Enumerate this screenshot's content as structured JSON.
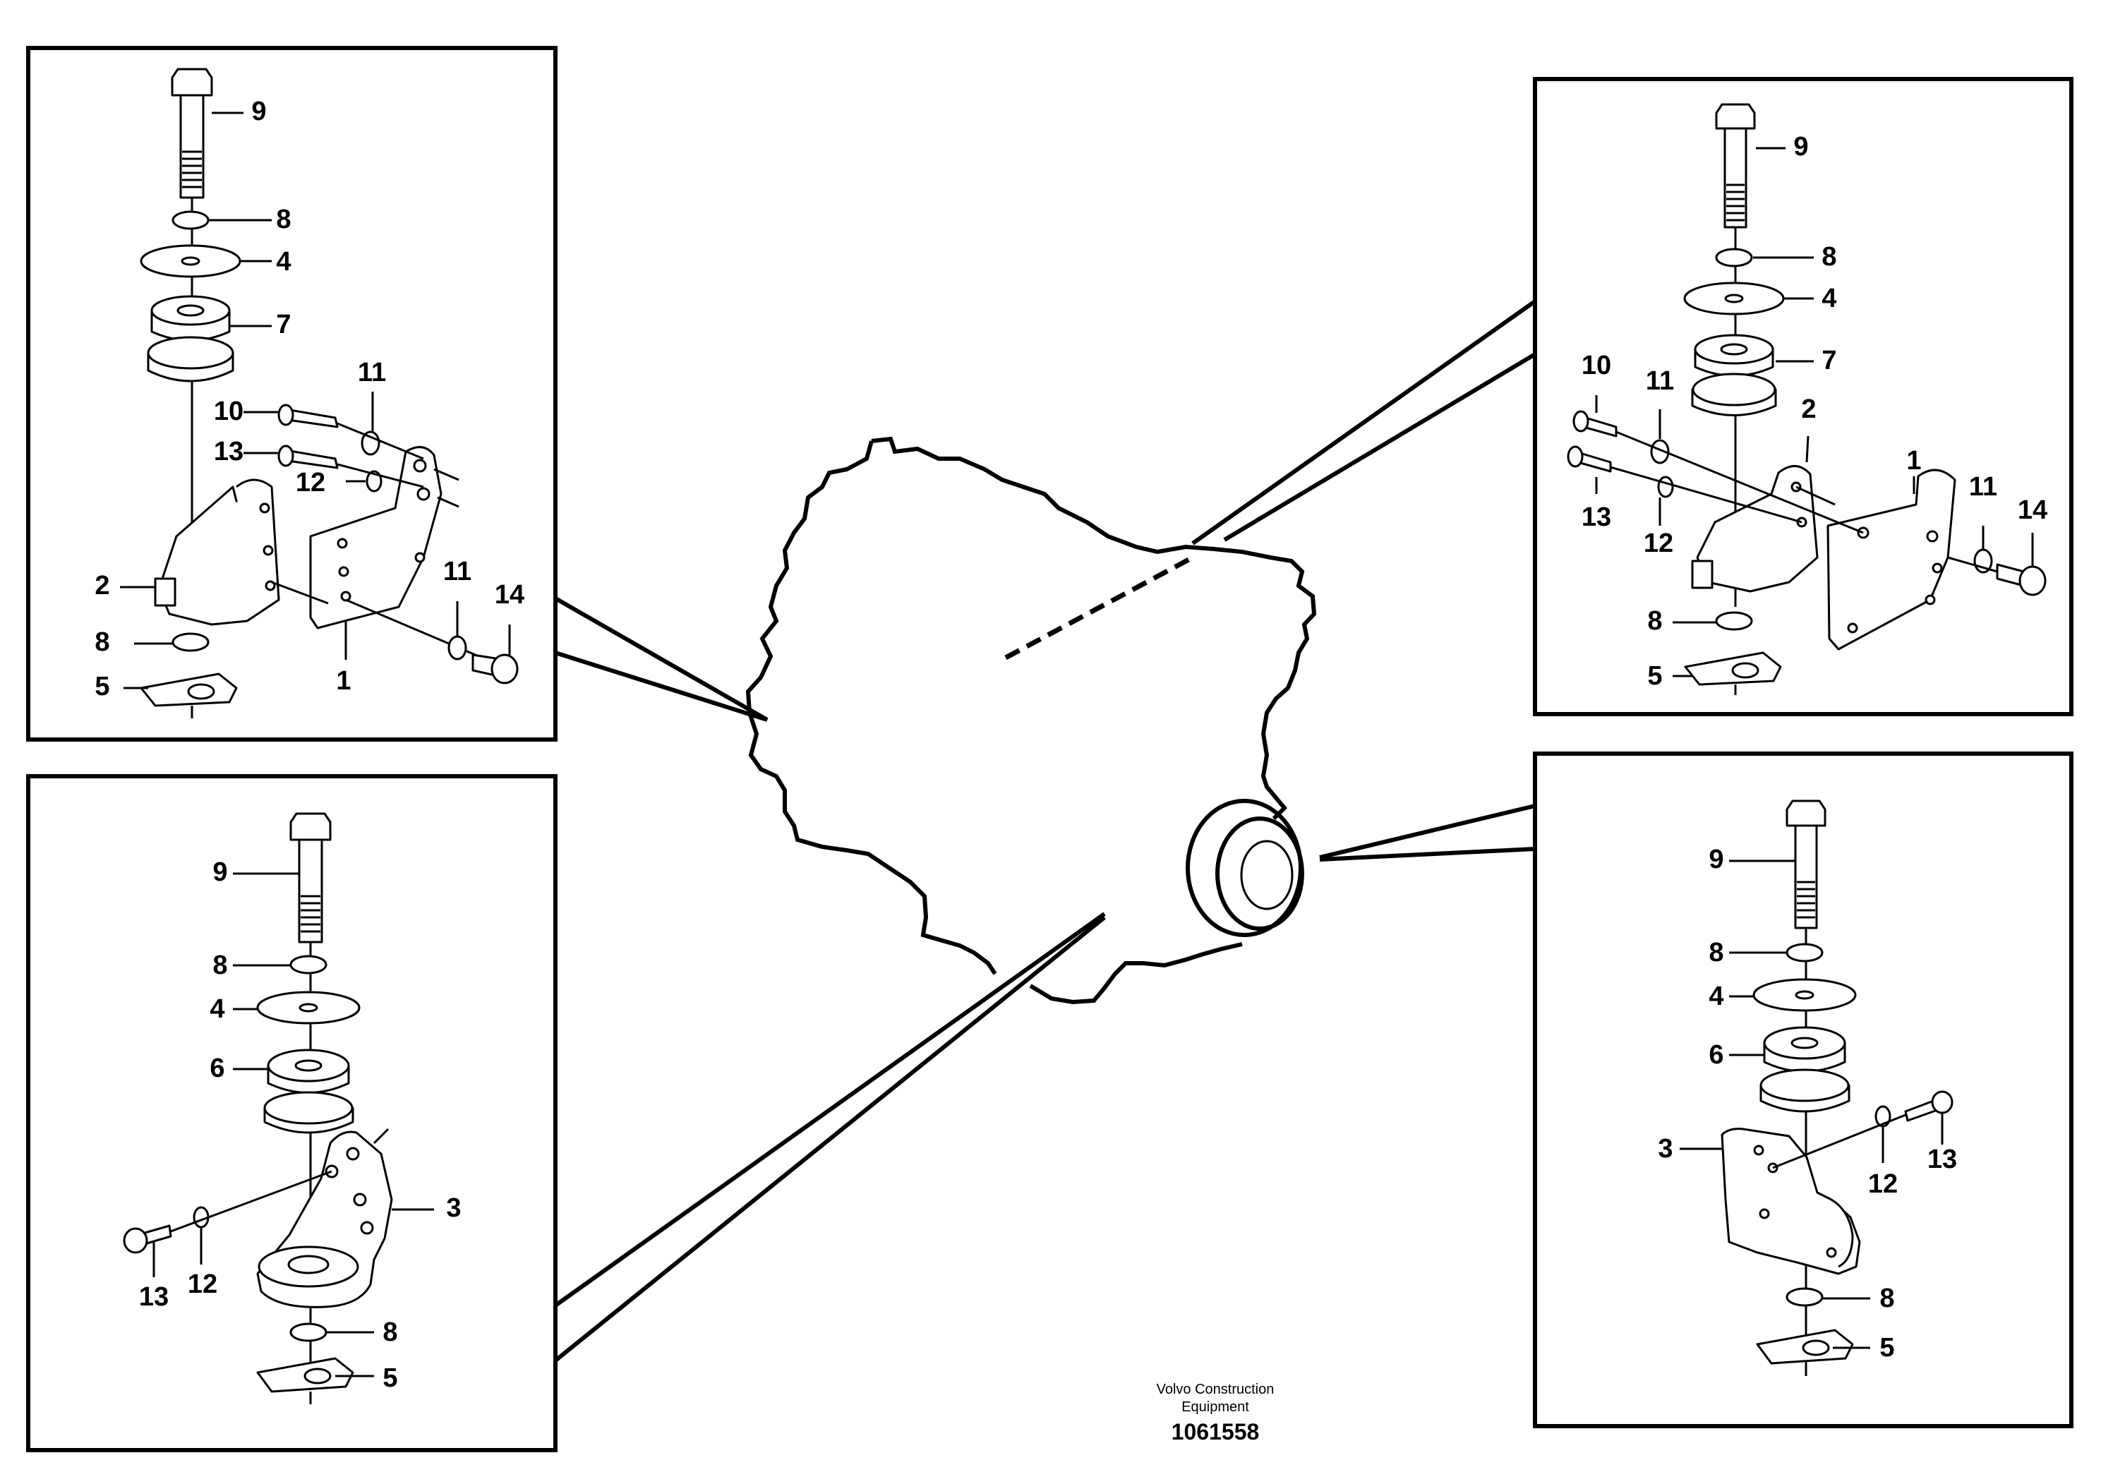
{
  "footer": {
    "manufacturer_line1": "Volvo Construction",
    "manufacturer_line2": "Equipment",
    "drawing_number": "1061558"
  },
  "panels": {
    "top_left": {
      "labels": [
        "9",
        "8",
        "4",
        "7",
        "11",
        "10",
        "13",
        "12",
        "2",
        "11",
        "14",
        "8",
        "5",
        "1"
      ]
    },
    "top_right": {
      "labels": [
        "9",
        "8",
        "4",
        "7",
        "10",
        "11",
        "2",
        "1",
        "13",
        "12",
        "11",
        "14",
        "8",
        "5"
      ]
    },
    "bottom_left": {
      "labels": [
        "9",
        "8",
        "4",
        "6",
        "3",
        "13",
        "12",
        "8",
        "5"
      ]
    },
    "bottom_right": {
      "labels": [
        "9",
        "8",
        "4",
        "6",
        "3",
        "12",
        "13",
        "8",
        "5"
      ]
    }
  }
}
